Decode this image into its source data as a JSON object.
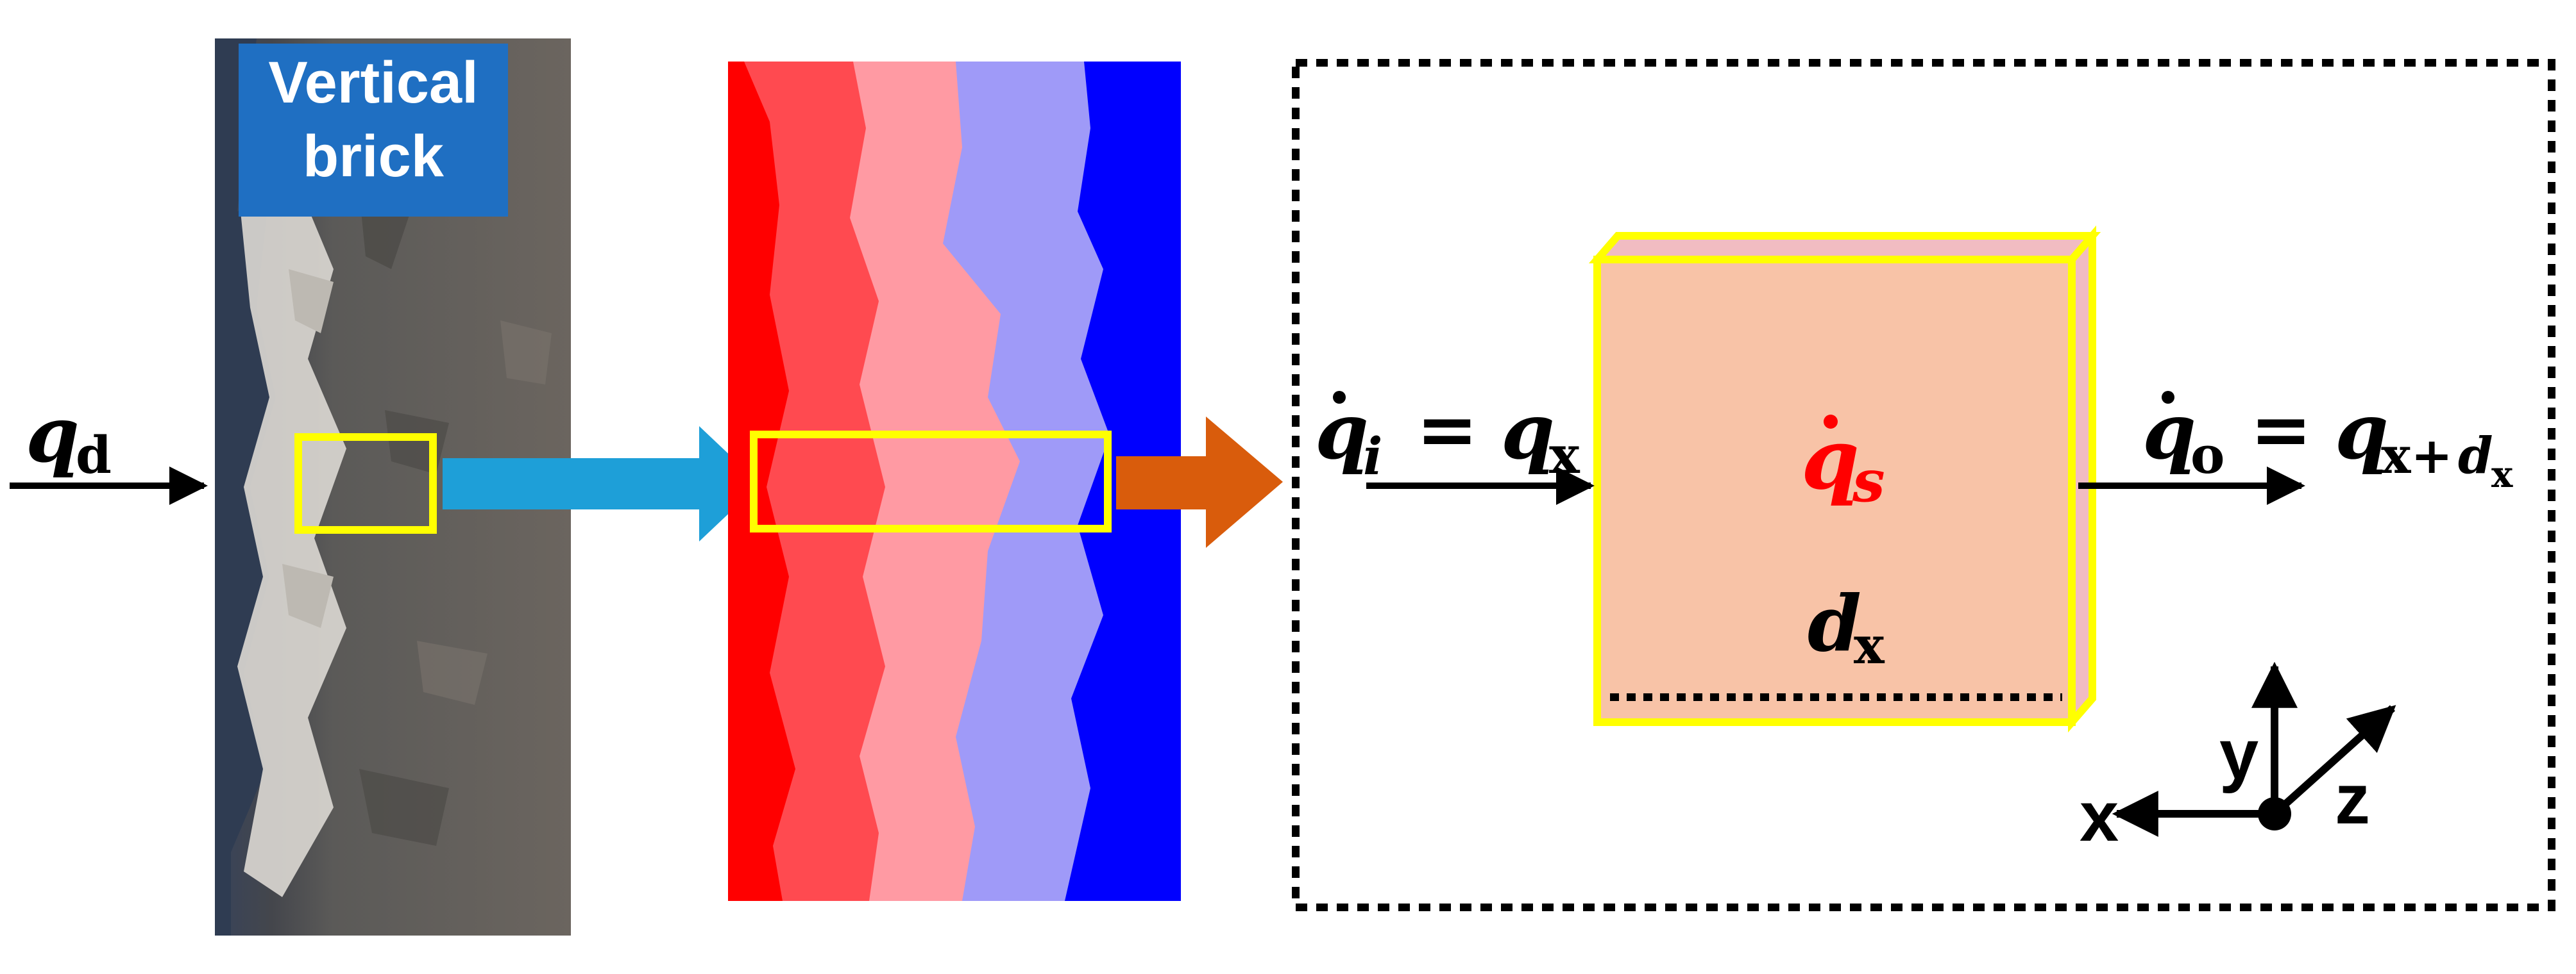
{
  "photo_label": {
    "line1": "Vertical",
    "line2": "brick"
  },
  "input_flux": {
    "symbol": "q",
    "subscript": "d"
  },
  "heat_in": {
    "lhs_symbol": "q",
    "lhs_subscript": "i",
    "equals": "=",
    "rhs_symbol": "q",
    "rhs_subscript": "x"
  },
  "storage": {
    "symbol": "q",
    "subscript": "s"
  },
  "heat_out": {
    "lhs_symbol": "q",
    "lhs_subscript": "o",
    "equals": "=",
    "rhs_symbol": "q",
    "rhs_subscript_main": "x+",
    "rhs_subscript_var": "d",
    "rhs_subscript_sub": "x"
  },
  "thickness": {
    "symbol": "d",
    "subscript": "x"
  },
  "axes": {
    "x": "x",
    "y": "y",
    "z": "z"
  },
  "colors": {
    "highlight": "#ffff00",
    "blue_arrow": "#1e9fd8",
    "orange_arrow": "#d95c0c",
    "element_fill": "#f8c3a7",
    "element_side": "#f1bcc2",
    "storage_text": "#ff0000",
    "label_box": "#1f6fc2",
    "hot": "#ff0000",
    "warm": "#ff4a50",
    "mild_warm": "#ff9aa3",
    "mild_cool": "#9f9af8",
    "cold": "#0000ff"
  }
}
